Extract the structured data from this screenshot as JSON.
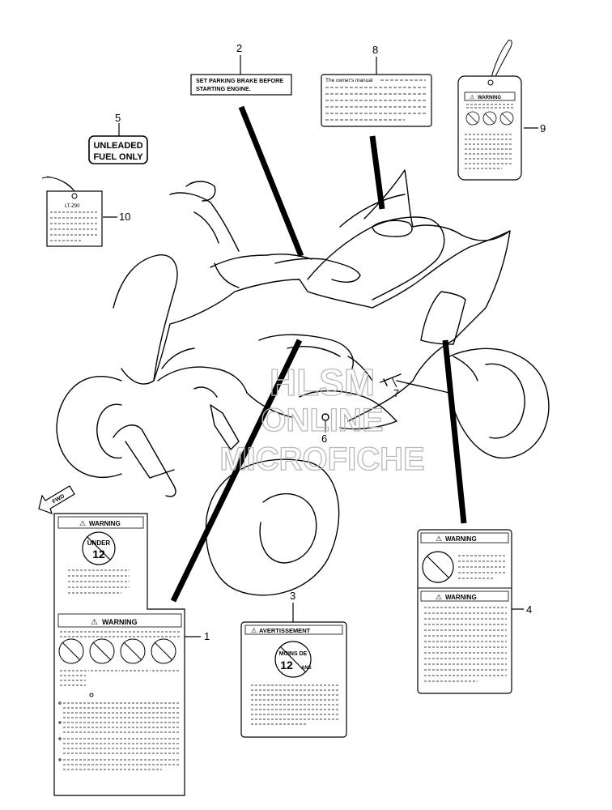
{
  "callouts": [
    "1",
    "2",
    "3",
    "4",
    "5",
    "6",
    "7",
    "8",
    "9",
    "10"
  ],
  "fwd_arrow": "FWD",
  "labels": {
    "parking": [
      "SET PARKING BRAKE BEFORE",
      "STARTING ENGINE."
    ],
    "fuel": [
      "UNLEADED",
      "FUEL ONLY"
    ],
    "manual": "The owner's manual",
    "warning_heading": "WARNING",
    "tag_model": "LT-Z90",
    "under12": [
      "UNDER",
      "12"
    ],
    "avertissement": "AVERTISSEMENT",
    "moins": [
      "MOINS DE",
      "12",
      "ANS"
    ]
  },
  "watermark": [
    "HLSM",
    "ONLINE",
    "MICROFICHE"
  ],
  "watermark_color": "#c8c8c8",
  "icons": [
    "warning-triangle-icon",
    "no-passenger-icon",
    "no-drugs-icon",
    "no-pavement-icon",
    "no-helmetless-icon",
    "no-rider-under-12-icon"
  ]
}
